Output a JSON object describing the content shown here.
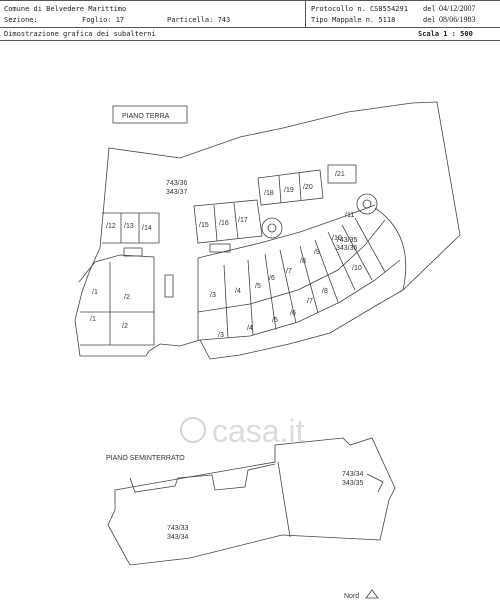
{
  "header": {
    "comune": "Comune di Belvedere Marittimo",
    "sezione_label": "Sezione:",
    "foglio": "Foglio: 17",
    "particella": "Particella: 743",
    "protocollo": "Protocollo n. CS0554291",
    "del1_label": "del",
    "del1_date": "04/12/2007",
    "tipo_mappale": "Tipo Mappale n. 5118",
    "del2_label": "del",
    "del2_date": "08/06/1983",
    "dimostrazione": "Dimostrazione grafica dei subalterni",
    "scala": "Scala 1 : 500"
  },
  "plan": {
    "piano_terra": "PIANO TERRA",
    "piano_seminterrato": "PIANO SEMINTERRATO",
    "ground_code_a": "743/36",
    "ground_code_b": "343/37",
    "right_code_a": "743/35",
    "right_code_b": "343/36",
    "semi_right_a": "743/34",
    "semi_right_b": "343/35",
    "semi_left_a": "743/33",
    "semi_left_b": "343/34",
    "units": [
      "/1",
      "/1",
      "/2",
      "/2",
      "/3",
      "/3",
      "/4",
      "/4",
      "/5",
      "/5",
      "/6",
      "/6",
      "/7",
      "/7",
      "/8",
      "/8",
      "/9",
      "/10",
      "/10",
      "/11",
      "/12",
      "/13",
      "/14",
      "/15",
      "/16",
      "/17",
      "/18",
      "/19",
      "/20",
      "/21"
    ],
    "watermark": "casa.it",
    "north_label": "Nord"
  }
}
